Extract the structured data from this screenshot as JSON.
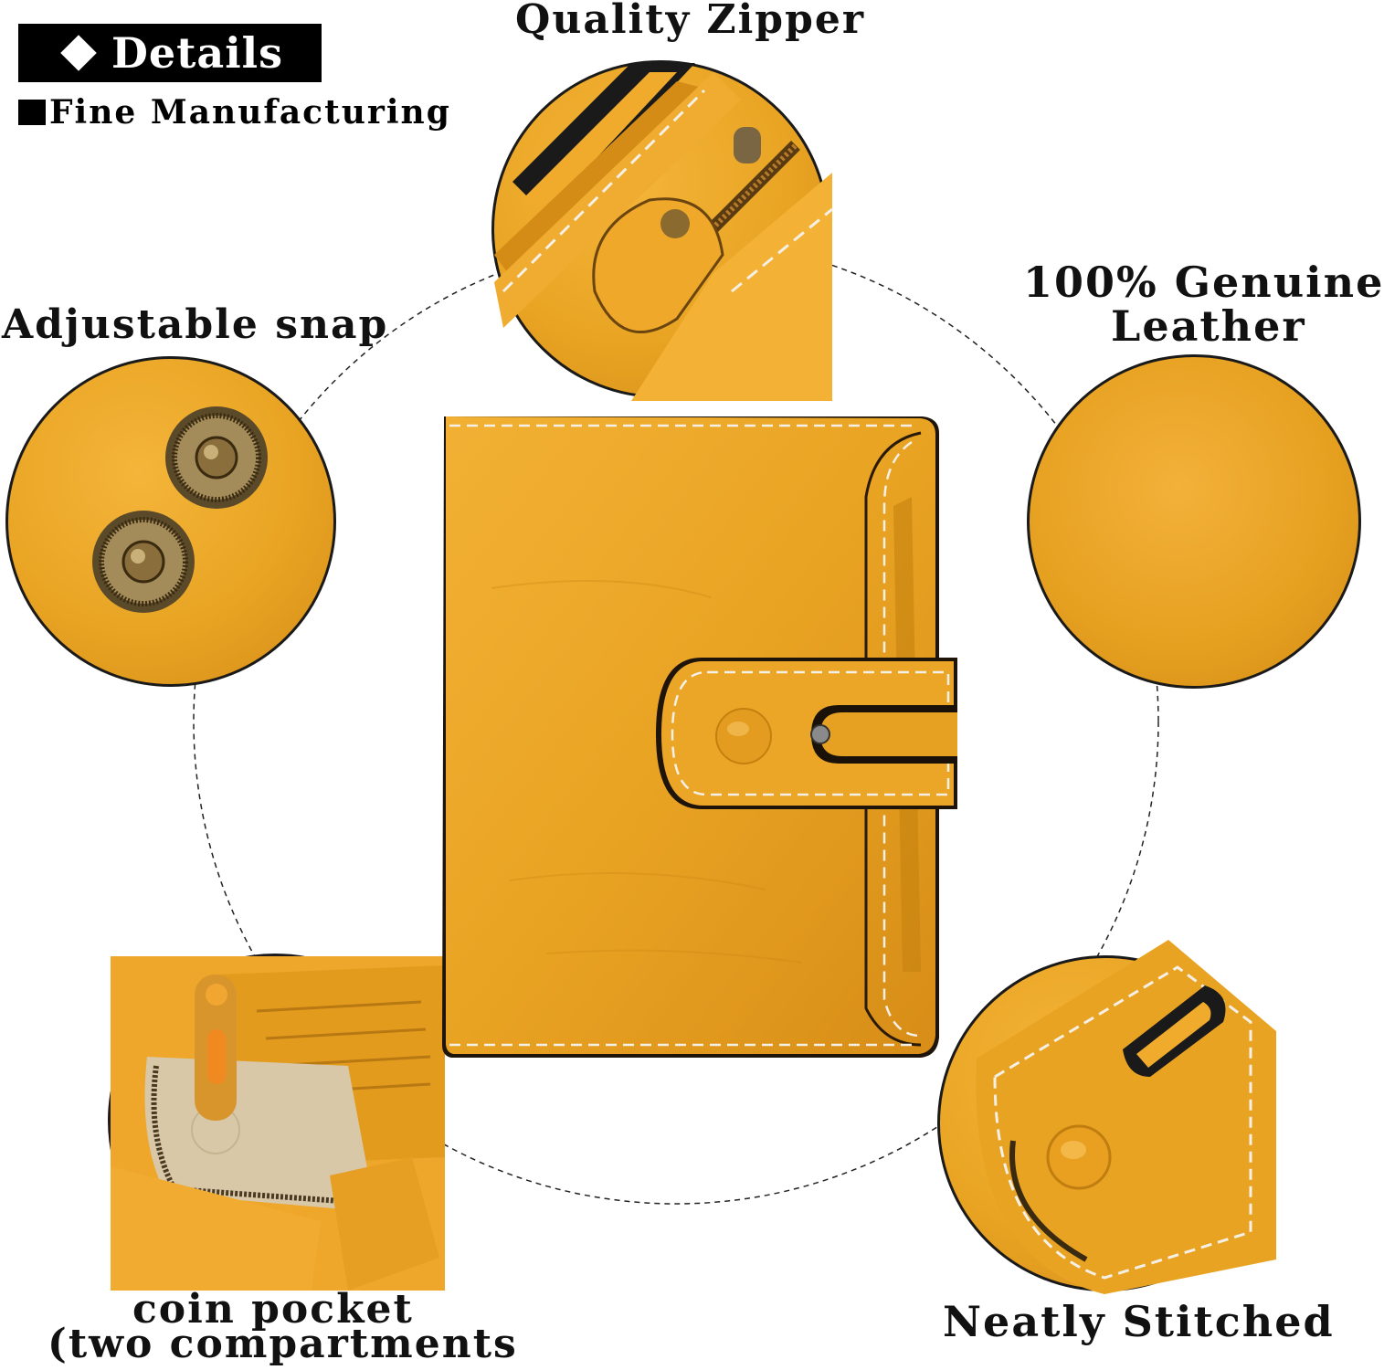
{
  "header": {
    "details_label": "Details",
    "subtitle": "Fine Manufacturing"
  },
  "features": {
    "zipper": "Quality Zipper",
    "snap": "Adjustable snap",
    "leather_line1": "100% Genuine",
    "leather_line2": "Leather",
    "coin_line1": "coin pocket",
    "coin_line2": "(two compartments",
    "stitched": "Neatly Stitched"
  },
  "colors": {
    "leather": "#e9a423",
    "leather_dark": "#c9840f",
    "stitch": "#f5f0e6",
    "brass": "#8a6a2e",
    "outline": "#1a1a1a"
  }
}
